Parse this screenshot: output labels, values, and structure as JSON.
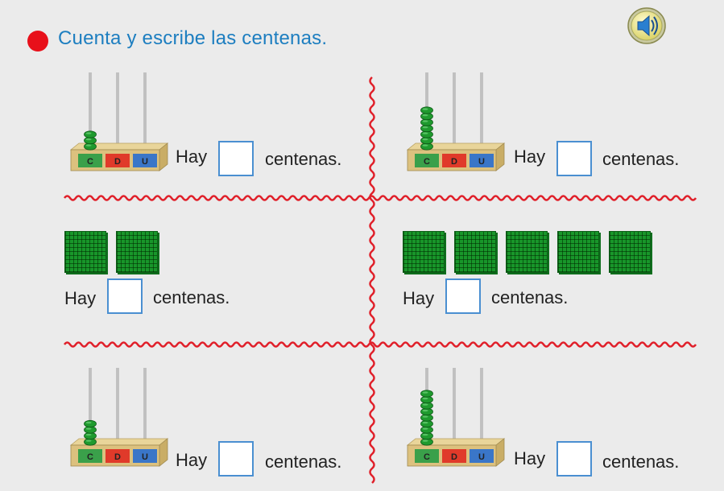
{
  "instruction": {
    "text": "Cuenta y escribe las centenas."
  },
  "audio": {
    "icon": "speaker-icon"
  },
  "labels": {
    "hay": "Hay",
    "centenas": "centenas."
  },
  "abacus_labels": [
    "C",
    "D",
    "U"
  ],
  "colors": {
    "title": "#1d7ec0",
    "dot": "#e8101a",
    "separator": "#e0202a",
    "bead": "#1f9a2e",
    "rod_c": "#3aa04a",
    "rod_d": "#e03a2a",
    "rod_u": "#3a76c8",
    "block": "#18962a",
    "box_border": "#4a8fd1"
  },
  "exercises": [
    {
      "kind": "abacus",
      "hundreds": 3
    },
    {
      "kind": "abacus",
      "hundreds": 7
    },
    {
      "kind": "blocks",
      "hundreds": 2
    },
    {
      "kind": "blocks",
      "hundreds": 5
    },
    {
      "kind": "abacus",
      "hundreds": 4
    },
    {
      "kind": "abacus",
      "hundreds": 9
    }
  ]
}
